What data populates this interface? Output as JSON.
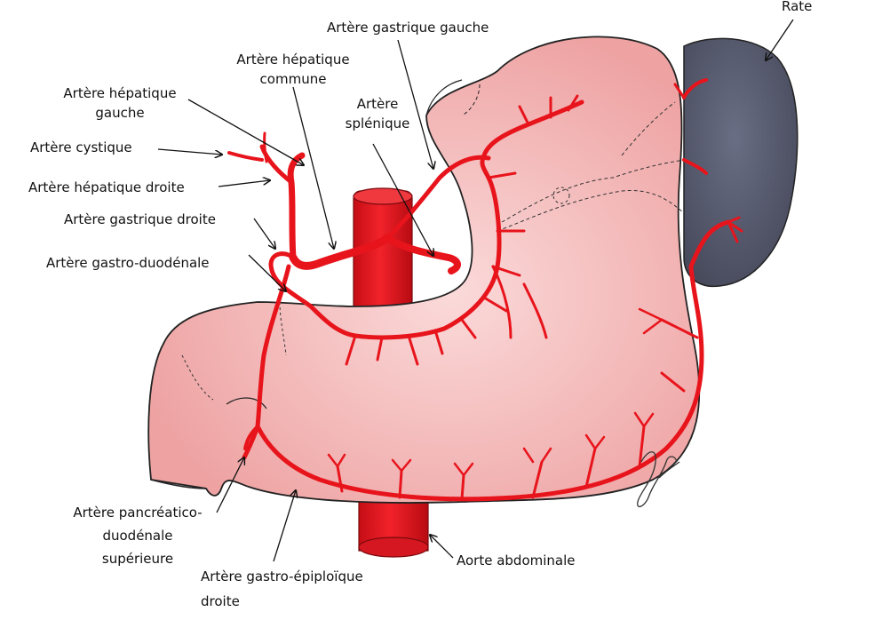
{
  "labels": {
    "rate": "Rate",
    "gastrique_gauche": "Artère gastrique gauche",
    "hepatique_commune_1": "Artère hépatique",
    "hepatique_commune_2": "commune",
    "hepatique_gauche_1": "Artère hépatique",
    "hepatique_gauche_2": "gauche",
    "splenique_1": "Artère",
    "splenique_2": "splénique",
    "cystique": "Artère cystique",
    "hepatique_droite": "Artère hépatique droite",
    "gastrique_droite": "Artère gastrique droite",
    "gastro_duodenale": "Artère gastro-duodénale",
    "pancreatico_1": "Artère pancréatico-",
    "pancreatico_2": "duodénale",
    "pancreatico_3": "supérieure",
    "gastro_epiploique_1": "Artère gastro-épiploïque",
    "gastro_epiploique_2": "droite",
    "aorte": "Aorte abdominale"
  },
  "colors": {
    "stomach": "#f2b3b3",
    "stomach_light": "#f9d6d6",
    "artery": "#e8141c",
    "artery_dark": "#b00c12",
    "spleen": "#5a5e72",
    "outline": "#111111"
  }
}
